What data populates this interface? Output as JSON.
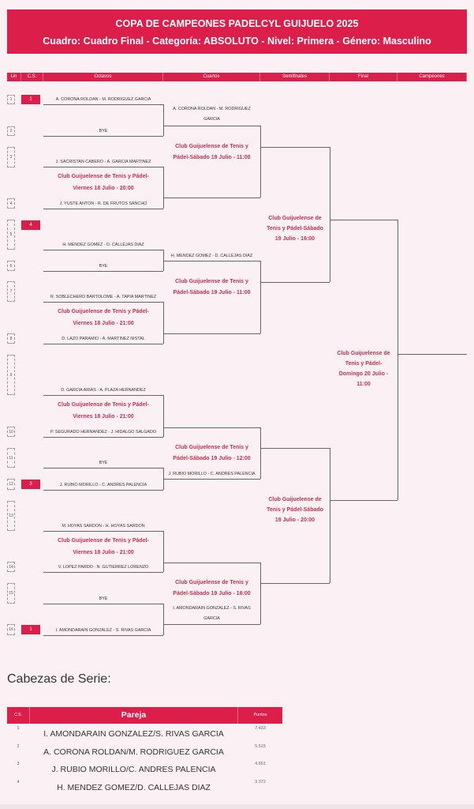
{
  "title": {
    "line1": "COPA DE CAMPEONES PADELCYL GUIJUELO 2025",
    "line2": "Cuadro: Cuadro Final - Categoría: ABSOLUTO - Nivel: Primera - Género: Masculino"
  },
  "columns": [
    "Lin",
    "C.S.",
    "Octavos",
    "Cuartos",
    "Semifinales",
    "Final",
    "Campeones"
  ],
  "lines": [
    "1",
    "2",
    "3",
    "4",
    "5",
    "6",
    "7",
    "8",
    "9",
    "10",
    "11",
    "12",
    "13",
    "14",
    "15",
    "16"
  ],
  "seeds": {
    "line1": "2",
    "line5": "4",
    "line12": "3",
    "line16": "1"
  },
  "octavos": [
    {
      "top": "A. CORONA ROLDAN - M. RODRIGUEZ GARCIA",
      "bottom": "BYE",
      "venue": [
        "",
        ""
      ]
    },
    {
      "top": "J. SACRISTAN CABERO - A. GARCIA MARTINEZ",
      "bottom": "J. YUSTE ANTON - R. DE FRUTOS SANCHO",
      "venue": [
        "Club Guijuelense de Tenis y Pádel-",
        "Viernes 18 Julio - 20:00"
      ]
    },
    {
      "top": "H. MENDEZ GOMEZ - D. CALLEJAS DIAZ",
      "bottom": "BYE",
      "venue": [
        "",
        ""
      ]
    },
    {
      "top": "R. SOBLECHERO BARTOLOME - A. TAPIA MARTINEZ",
      "bottom": "D. LAZO PARAMIO - A. MARTINEZ NISTAL",
      "venue": [
        "Club Guijuelense de Tenis y Pádel-",
        "Viernes 18 Julio - 21:00"
      ]
    },
    {
      "top": "D. GARCIA ARIAS - A. PLAZA HERNANDEZ",
      "bottom": "P. SEGURADO HERNANDEZ - J. HIDALGO SALGADO",
      "venue": [
        "Club Guijuelense de Tenis y Pádel-",
        "Viernes 18 Julio - 21:00"
      ]
    },
    {
      "top": "BYE",
      "bottom": "J. RUBIO MORILLO - C. ANDRES PALENCIA",
      "venue": [
        "",
        ""
      ]
    },
    {
      "top": "M. HOYAS SARDON - H. HOYAS SARDON",
      "bottom": "V. LOPEZ PARDO - N. GUTIERREZ LORENZO",
      "venue": [
        "Club Guijuelense de Tenis y Pádel-",
        "Viernes 18 Julio - 21:00"
      ]
    },
    {
      "top": "BYE",
      "bottom": "I. AMONDARAIN GONZALEZ - S. RIVAS GARCIA",
      "venue": [
        "",
        ""
      ]
    }
  ],
  "cuartos": [
    {
      "winner": [
        "A. CORONA ROLDAN - M. RODRIGUEZ",
        "GARCIA"
      ],
      "venue": [
        "Club Guijuelense de Tenis y",
        "Pádel-Sábado 19 Julio - 11:00"
      ]
    },
    {
      "winner": [
        "H. MENDEZ GOMEZ - D. CALLEJAS DIAZ"
      ],
      "venue": [
        "Club Guijuelense de Tenis y",
        "Pádel-Sábado 19 Julio - 11:00"
      ]
    },
    {
      "winner": [
        "J. RUBIO MORILLO - C. ANDRES PALENCIA"
      ],
      "venue": [
        "Club Guijuelense de Tenis y",
        "Pádel-Sábado 19 Julio - 12:00"
      ]
    },
    {
      "winner": [
        "I. AMONDARAIN GONZALEZ - S. RIVAS",
        "GARCIA"
      ],
      "venue": [
        "Club Guijuelense de Tenis y",
        "Pádel-Sábado 19 Julio - 16:00"
      ]
    }
  ],
  "semis": [
    {
      "venue": [
        "Club Guijuelense de",
        "Tenis y Pádel-Sábado",
        "19 Julio - 16:00"
      ]
    },
    {
      "venue": [
        "Club Guijuelense de",
        "Tenis y Pádel-Sábado",
        "19 Julio - 20:00"
      ]
    }
  ],
  "final": {
    "venue": [
      "Club Guijuelense de",
      "Tenis y Pádel-",
      "Domingo 20 Julio -",
      "11:00"
    ]
  },
  "seeds_section": {
    "heading": "Cabezas de Serie:",
    "headers": {
      "cs": "C.S.",
      "pareja": "Pareja",
      "puntos": "Puntos"
    },
    "rows": [
      {
        "cs": "1",
        "pareja": "I. AMONDARAIN GONZALEZ/S. RIVAS GARCIA",
        "puntos": "7.433"
      },
      {
        "cs": "2",
        "pareja": "A. CORONA ROLDAN/M. RODRIGUEZ GARCIA",
        "puntos": "5.515"
      },
      {
        "cs": "3",
        "pareja": "J. RUBIO MORILLO/C. ANDRES PALENCIA",
        "puntos": "4.651"
      },
      {
        "cs": "4",
        "pareja": "H. MENDEZ GOMEZ/D. CALLEJAS DIAZ",
        "puntos": "3.372"
      }
    ]
  },
  "colors": {
    "accent": "#db1e4a",
    "venue_text": "#c3314f",
    "background": "#fbf1f4"
  }
}
